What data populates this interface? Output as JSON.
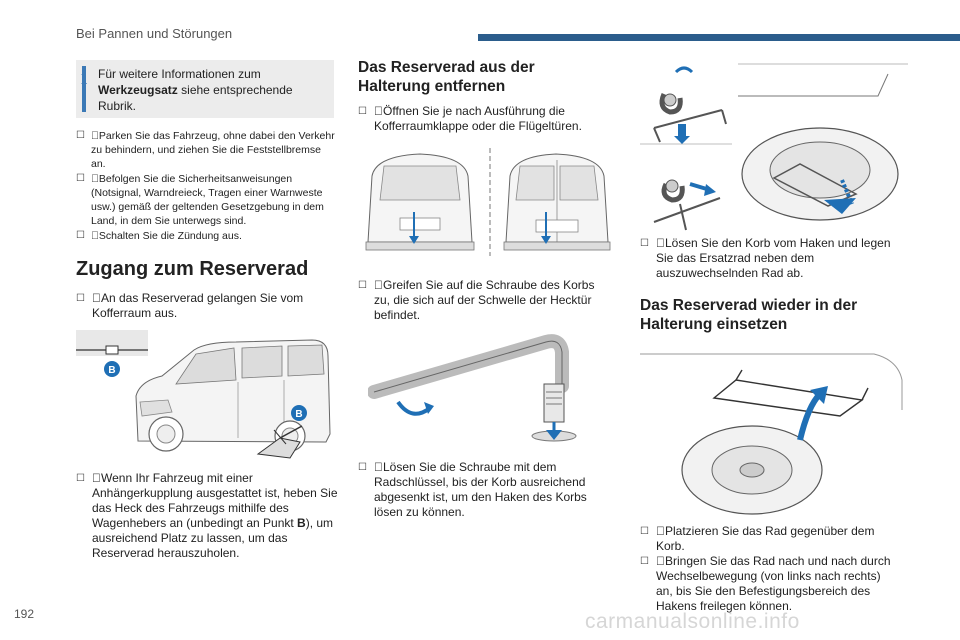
{
  "header": {
    "section_title": "Bei Pannen und Störungen"
  },
  "info": {
    "line1": "Für weitere Informationen zum",
    "bold": "Werkzeugsatz",
    "rest": " siehe entsprechende Rubrik."
  },
  "bullet_marker": "",
  "left_list": [
    "Parken Sie das Fahrzeug, ohne dabei den Verkehr zu behindern, und ziehen Sie die Feststellbremse an.",
    "Befolgen Sie die Sicherheitsanweisungen (Notsignal, Warndreieck, Tragen einer Warnweste usw.) gemäß der geltenden Gesetzgebung in dem Land, in dem Sie unterwegs sind.",
    "Schalten Sie die Zündung aus."
  ],
  "zugang": {
    "title": "Zugang zum Reserverad",
    "bullet1": "An das Reserverad gelangen Sie vom Kofferraum aus.",
    "label_b": "B",
    "bullet2_pre": "Wenn Ihr Fahrzeug mit einer Anhängerkupplung ausgestattet ist, heben Sie das Heck des Fahrzeugs mithilfe des Wagenhebers an (unbedingt an Punkt ",
    "bullet2_bold": "B",
    "bullet2_post": "), um ausreichend Platz zu lassen, um das Reserverad herauszuholen."
  },
  "entfernen": {
    "title_l1": "Das Reserverad aus der",
    "title_l2": "Halterung entfernen",
    "step1": "Öffnen Sie je nach Ausführung die Kofferraumklappe oder die Flügeltüren.",
    "step2": "Greifen Sie auf die Schraube des Korbs zu, die sich auf der Schwelle der Hecktür befindet.",
    "step3": "Lösen Sie die Schraube mit dem Radschlüssel, bis der Korb ausreichend abgesenkt ist, um den Haken des Korbs lösen zu können.",
    "step4": "Lösen Sie den Korb vom Haken und legen Sie das Ersatzrad neben dem auszuwechselnden Rad ab."
  },
  "einsetzen": {
    "title_l1": "Das Reserverad wieder in der",
    "title_l2": "Halterung einsetzen",
    "step1": "Platzieren Sie das Rad gegenüber dem Korb.",
    "step2": "Bringen Sie das Rad nach und nach durch Wechselbewegung (von links nach rechts) an, bis Sie den Befestigungsbereich des Hakens freilegen können."
  },
  "page_number": "192",
  "watermark": "carmanualsonline.info",
  "colors": {
    "accent": "#2b5d8c",
    "info_blue": "#3b79b6",
    "badge_blue": "#1f6fb5"
  }
}
